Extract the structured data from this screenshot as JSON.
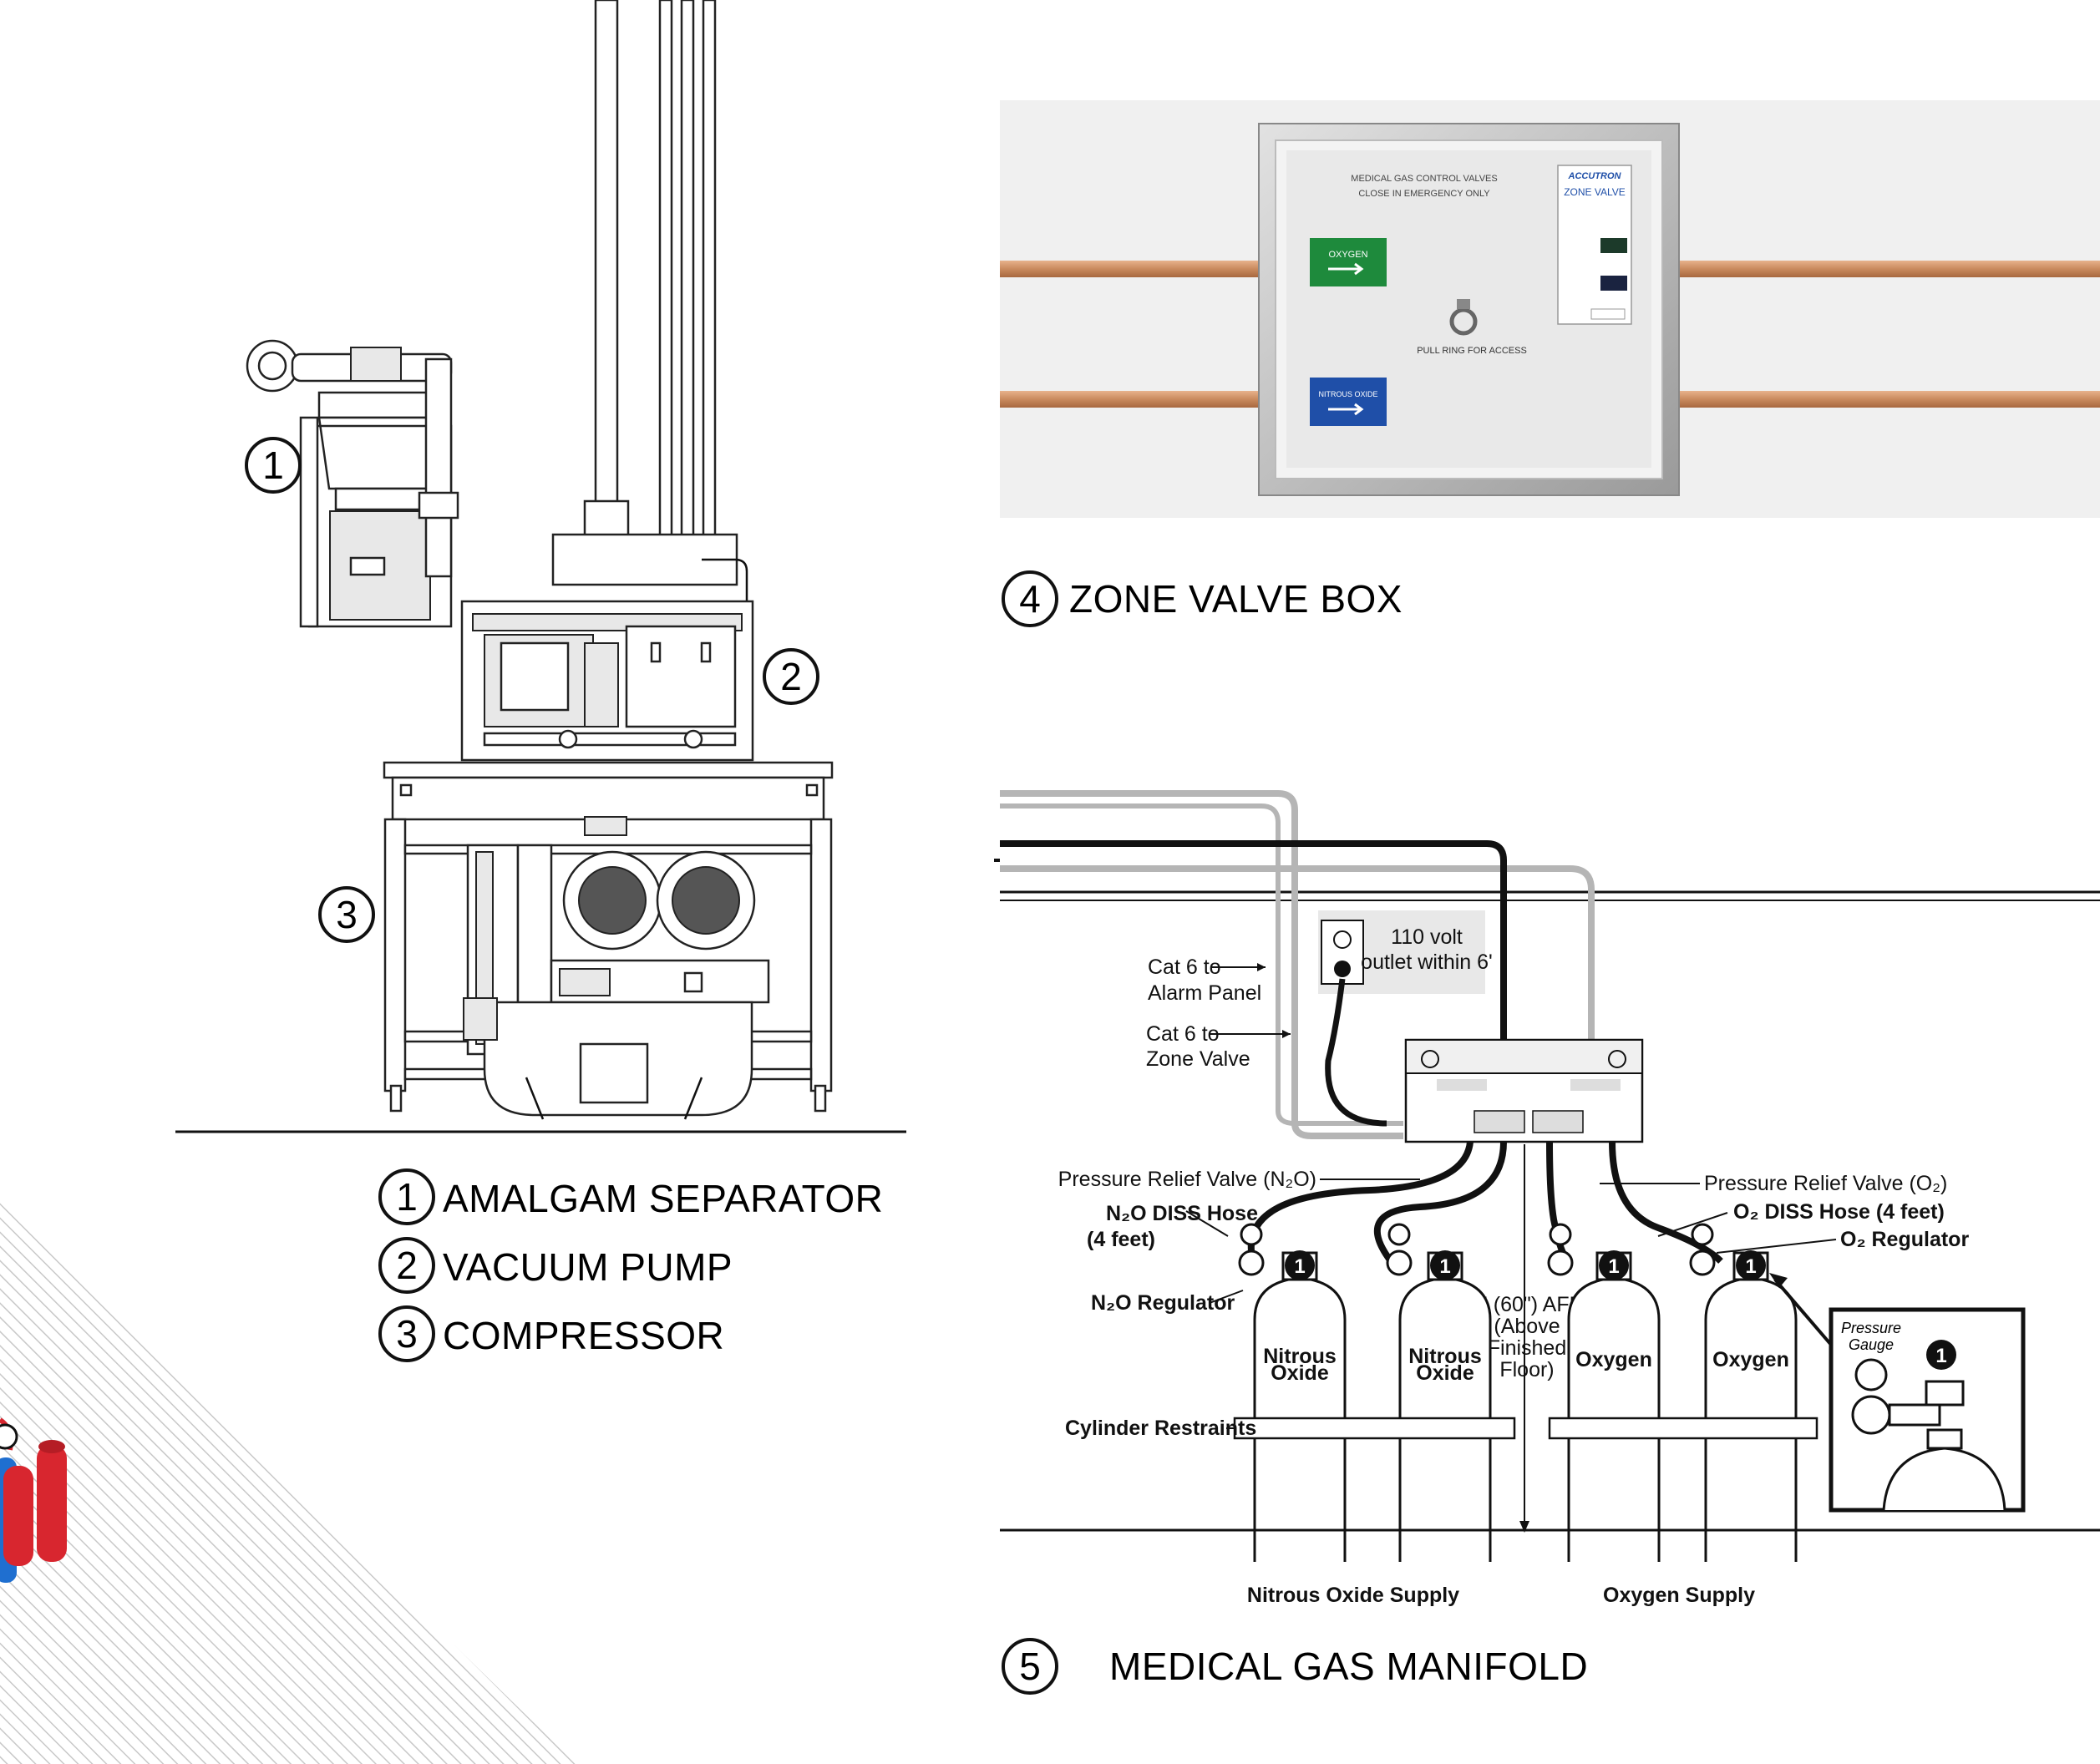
{
  "legend": {
    "items": [
      {
        "num": "1",
        "label": "AMALGAM SEPARATOR"
      },
      {
        "num": "2",
        "label": "VACUUM PUMP"
      },
      {
        "num": "3",
        "label": "COMPRESSOR"
      }
    ],
    "zone_valve": {
      "num": "4",
      "label": "ZONE VALVE BOX"
    },
    "manifold": {
      "num": "5",
      "label": "MEDICAL GAS MANIFOLD"
    }
  },
  "equipment_callouts": [
    "1",
    "2",
    "3"
  ],
  "zone_valve_box": {
    "header_line1": "MEDICAL GAS CONTROL VALVES",
    "header_line2": "CLOSE IN EMERGENCY ONLY",
    "oxygen_label": "OXYGEN",
    "nitrous_label": "NITROUS OXIDE",
    "pull_ring": "PULL RING FOR ACCESS",
    "brand": "ACCUTRON",
    "side_title": "ZONE VALVE",
    "oxygen_color": "#1e8a3c",
    "nitrous_color": "#1f4fa8",
    "pipe_color": "#c98a5e"
  },
  "manifold_diagram": {
    "cat6_alarm_1": "Cat 6 to",
    "cat6_alarm_2": "Alarm Panel",
    "cat6_zone_1": "Cat 6 to",
    "cat6_zone_2": "Zone Valve",
    "outlet_1": "110 volt",
    "outlet_2": "outlet within 6'",
    "prv_n2o": "Pressure Relief Valve (N₂O)",
    "prv_o2": "Pressure Relief Valve (O₂)",
    "n2o_hose_1": "N₂O DISS Hose",
    "n2o_hose_2": "(4 feet)",
    "o2_hose": "O₂ DISS Hose (4 feet)",
    "o2_regulator": "O₂ Regulator",
    "n2o_regulator": "N₂O Regulator",
    "aff_1": "5' (60\") AFF",
    "aff_2": "(Above",
    "aff_3": "Finished",
    "aff_4": "Floor)",
    "pressure_gauge_1": "Pressure",
    "pressure_gauge_2": "Gauge",
    "cylinder_restraints": "Cylinder Restraints",
    "cyl_nitrous_1": "Nitrous",
    "cyl_nitrous_2": "Oxide",
    "cyl_oxygen": "Oxygen",
    "cyl_marker": "1",
    "nitrous_supply": "Nitrous Oxide Supply",
    "oxygen_supply": "Oxygen Supply"
  },
  "accent_colors": {
    "red": "#d8262f",
    "blue": "#1f6fd0",
    "hatch": "#c8c8c8"
  }
}
